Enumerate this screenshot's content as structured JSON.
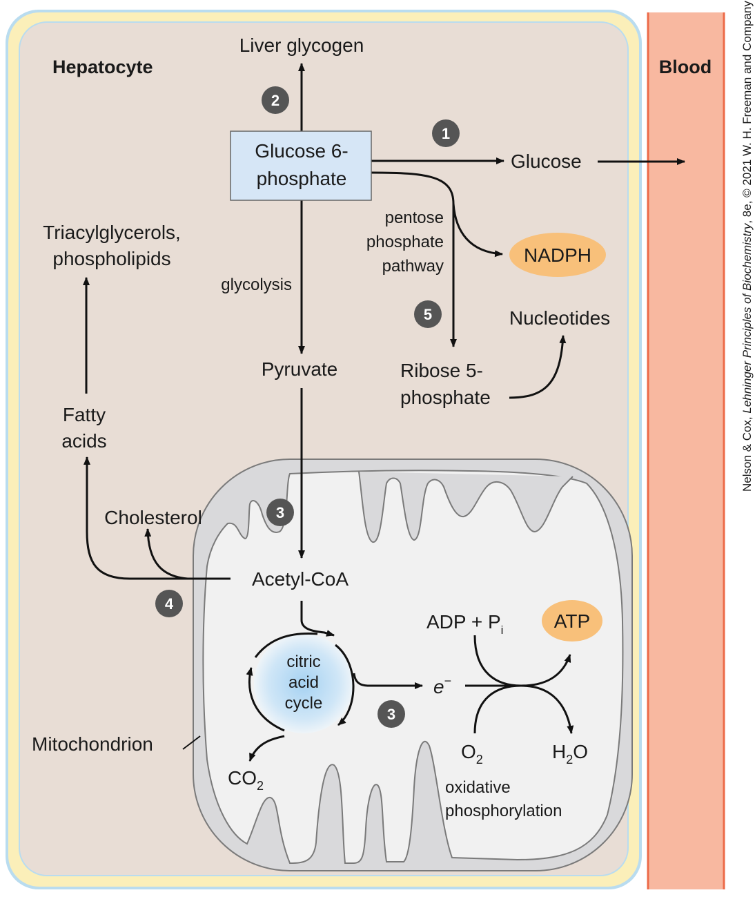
{
  "labels": {
    "hepatocyte": "Hepatocyte",
    "blood": "Blood",
    "liver_glycogen": "Liver glycogen",
    "glucose6p_line1": "Glucose 6-",
    "glucose6p_line2": "phosphate",
    "glucose": "Glucose",
    "nadph": "NADPH",
    "ppp_line1": "pentose",
    "ppp_line2": "phosphate",
    "ppp_line3": "pathway",
    "glycolysis": "glycolysis",
    "triacyl_line1": "Triacylglycerols,",
    "triacyl_line2": "phospholipids",
    "nucleotides": "Nucleotides",
    "pyruvate": "Pyruvate",
    "ribose_line1": "Ribose 5-",
    "ribose_line2": "phosphate",
    "fatty_line1": "Fatty",
    "fatty_line2": "acids",
    "cholesterol": "Cholesterol",
    "acetyl_coa": "Acetyl-CoA",
    "cac_line1": "citric",
    "cac_line2": "acid",
    "cac_line3": "cycle",
    "adp_pi": "ADP + P",
    "pi_sub": "i",
    "atp": "ATP",
    "electron": "e",
    "electron_sup": "−",
    "o2": "O",
    "o2_sub": "2",
    "h2o_h": "H",
    "h2o_sub": "2",
    "h2o_o": "O",
    "co2": "CO",
    "co2_sub": "2",
    "oxphos_line1": "oxidative",
    "oxphos_line2": "phosphorylation",
    "mitochondrion": "Mitochondrion"
  },
  "badges": {
    "b1": "1",
    "b2": "2",
    "b3_top": "3",
    "b3_bottom": "3",
    "b4": "4",
    "b5": "5"
  },
  "credit": {
    "prefix": "Nelson & Cox, ",
    "title": "Lehninger Principles of Biochemistry",
    "suffix": ", 8e, © 2021 W. H. Freeman and Company"
  },
  "colors": {
    "cell_outer": "#b9dcef",
    "cell_membrane": "#fbefb9",
    "cytosol": "#e8ddd5",
    "blood": "#f8b8a0",
    "blood_edge": "#ec6a48",
    "mito_outer": "#d9d9db",
    "mito_matrix": "#f1f1f1",
    "g6p_box": "#d6e6f6",
    "nadph_atp": "#f8c07a",
    "badge": "#555555",
    "cac_center": "#a6d2f2"
  }
}
